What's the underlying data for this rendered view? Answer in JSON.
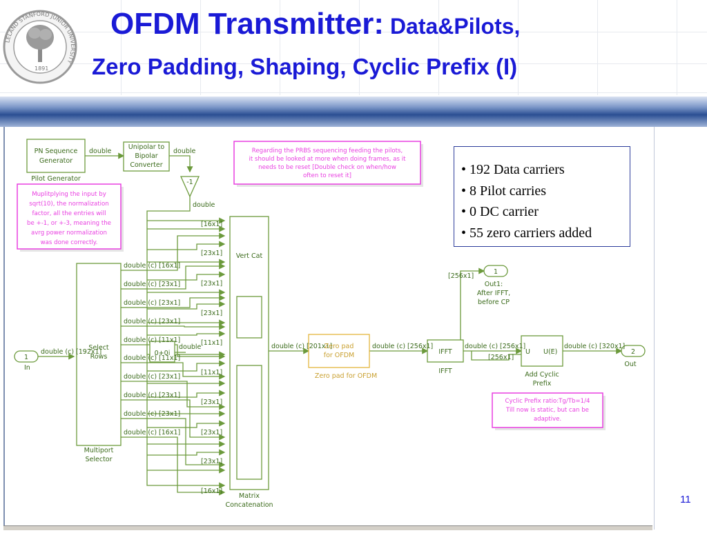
{
  "title": {
    "line1_big": "OFDM Transmitter:",
    "line1_small": " Data&Pilots,",
    "line2": "Zero Padding, Shaping, Cyclic Prefix  (I)"
  },
  "seal": {
    "ring_text": "LELAND STANFORD JUNIOR UNIVERSITY",
    "year": "1891"
  },
  "slide_number": "11",
  "info_box": [
    "• 192 Data carriers",
    "• 8 Pilot carries",
    "• 0 DC carrier",
    "• 55 zero carriers added"
  ],
  "diagram": {
    "pn_block": {
      "line1": "PN Sequence",
      "line2": "Generator",
      "caption": "Pilot Generator",
      "out": "double"
    },
    "unipolar_block": {
      "line1": "Unipolar to",
      "line2": "Bipolar",
      "line3": "Converter",
      "out": "double"
    },
    "gain_block": {
      "label": "-1",
      "out": "double"
    },
    "note_prbs": [
      "Regarding the PRBS sequencing feeding the pilots,",
      "it should be looked at more when doing frames, as it",
      "needs to be reset [Double check on when/how",
      "often to reset it]"
    ],
    "note_mult": [
      "Muplitplying the input by",
      "sqrt(10), the normalization",
      "factor, all the entries will",
      "be +-1, or +-3, meaning the",
      "avrg power normalization",
      "was done correctly."
    ],
    "in_port": {
      "num": "1",
      "name": "In",
      "signal": "double (c) [192x1]"
    },
    "selector": {
      "label1": "Select",
      "label2": "Rows",
      "caption1": "Multiport",
      "caption2": "Selector"
    },
    "selector_outputs": [
      "double (c) [16x1]",
      "double (c) [23x1]",
      "double (c) [23x1]",
      "double (c) [23x1]",
      "double (c) [11x1]",
      "double (c) [11x1]",
      "double (c) [23x1]",
      "double (c) [23x1]",
      "double (c) [23x1]",
      "double (c) [16x1]"
    ],
    "constant": {
      "label": "0+0i",
      "out": "double"
    },
    "concat_inputs": [
      "[16x1]",
      "[23x1]",
      "[23x1]",
      "[23x1]",
      "[11x1]",
      "[11x1]",
      "[23x1]",
      "[23x1]",
      "[23x1]",
      "[16x1]"
    ],
    "concat": {
      "label": "Vert Cat",
      "caption1": "Matrix",
      "caption2": "Concatenation"
    },
    "concat_out": "double (c) [201x1]",
    "zero_pad": {
      "line1": "Zero pad",
      "line2": "for OFDM",
      "caption": "Zero pad for OFDM",
      "out": "double (c) [256x1]"
    },
    "ifft": {
      "label": "IFFT",
      "caption": "IFFT",
      "out": "double (c) [256x1]",
      "branch": "[256x1]",
      "branch2": "[256x1]"
    },
    "out1": {
      "num": "1",
      "name": "Out1:",
      "line2": "After IFFT,",
      "line3": "before CP"
    },
    "cp": {
      "in": "U",
      "out_label": "U(E)",
      "caption1": "Add Cyclic",
      "caption2": "Prefix",
      "out": "double (c) [320x1]"
    },
    "out2": {
      "num": "2",
      "name": "Out"
    },
    "note_cp": [
      "Cyclic Prefix ratio:Tg/Tb=1/4",
      "Till now is static, but can be",
      "adaptive."
    ]
  },
  "colors": {
    "title": "#1a1ad6",
    "block": "#6c9a3c",
    "note": "#e83ee0",
    "zero_pad": "#e3b53c"
  }
}
